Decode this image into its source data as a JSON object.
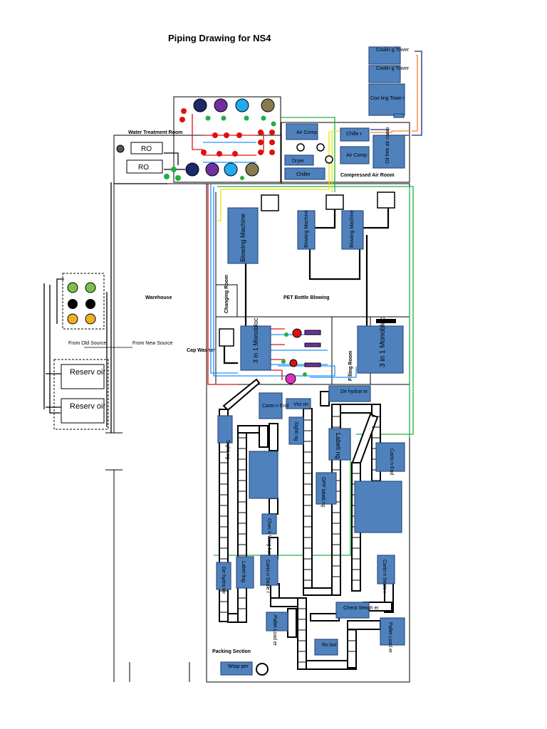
{
  "title": "Piping Drawing for NS4",
  "rooms": {
    "water_treatment": "Water Treatment Room",
    "compressed_air": "Compressed Air Room",
    "warehouse": "Warehouse",
    "pet_blowing": "PET Bottle Blowing",
    "changing": "Changing Room",
    "cap_washer": "Cap Washer",
    "filling": "Filling Room",
    "packing": "Packing Section"
  },
  "sources": {
    "old": "From Old Source",
    "new": "From New Source"
  },
  "equipment": {
    "cooling_tower_1": "Coolin g Tower",
    "cooling_tower_2": "Coolin g Tower",
    "cooling_tower_3": "Coo ling Towe r",
    "air_comp_1": "Air Comp",
    "air_comp_2": "Air Comp",
    "chiller_top": "Chille r",
    "oil_free_comp": "Oil free air comp",
    "dryer": "Dryer",
    "chiller": "Chiller",
    "ro_1": "RO",
    "ro_2": "RO",
    "reservoir_1": "Reserv oir",
    "reservoir_2": "Reserv oir",
    "blowing_1": "Blowing Machine",
    "blowing_2": "Blowing Machine",
    "blowing_3": "Blowing Machine",
    "monobloc_1": "3 in 1 Monobloc",
    "monobloc_2": "3 in 1 Monobloc",
    "dehydrator": "De hydrat er",
    "vision": "Visi on",
    "carton_end_1": "Carto n End",
    "sighting_1": "Sighti ng",
    "sighting_2": "Sighti ng",
    "labeling_1": "Labeli ng",
    "labeling_2": "OPP labeli ng",
    "labeling_3": "Label ling",
    "carton_end_2": "Carto n End",
    "check_weighing": "Chec k Weig her",
    "dehydrator_2": "De hydra tor",
    "carton_sealer_1": "Carto n Seale r",
    "carton_sealer_2": "Carto n Seale r",
    "check_weigher": "Check Weigh er",
    "pallet_loader_1": "Pallet Load er",
    "pallet_loader_2": "Pallet Load er",
    "robot": "Ro bot",
    "wrapper": "Wrap per"
  }
}
